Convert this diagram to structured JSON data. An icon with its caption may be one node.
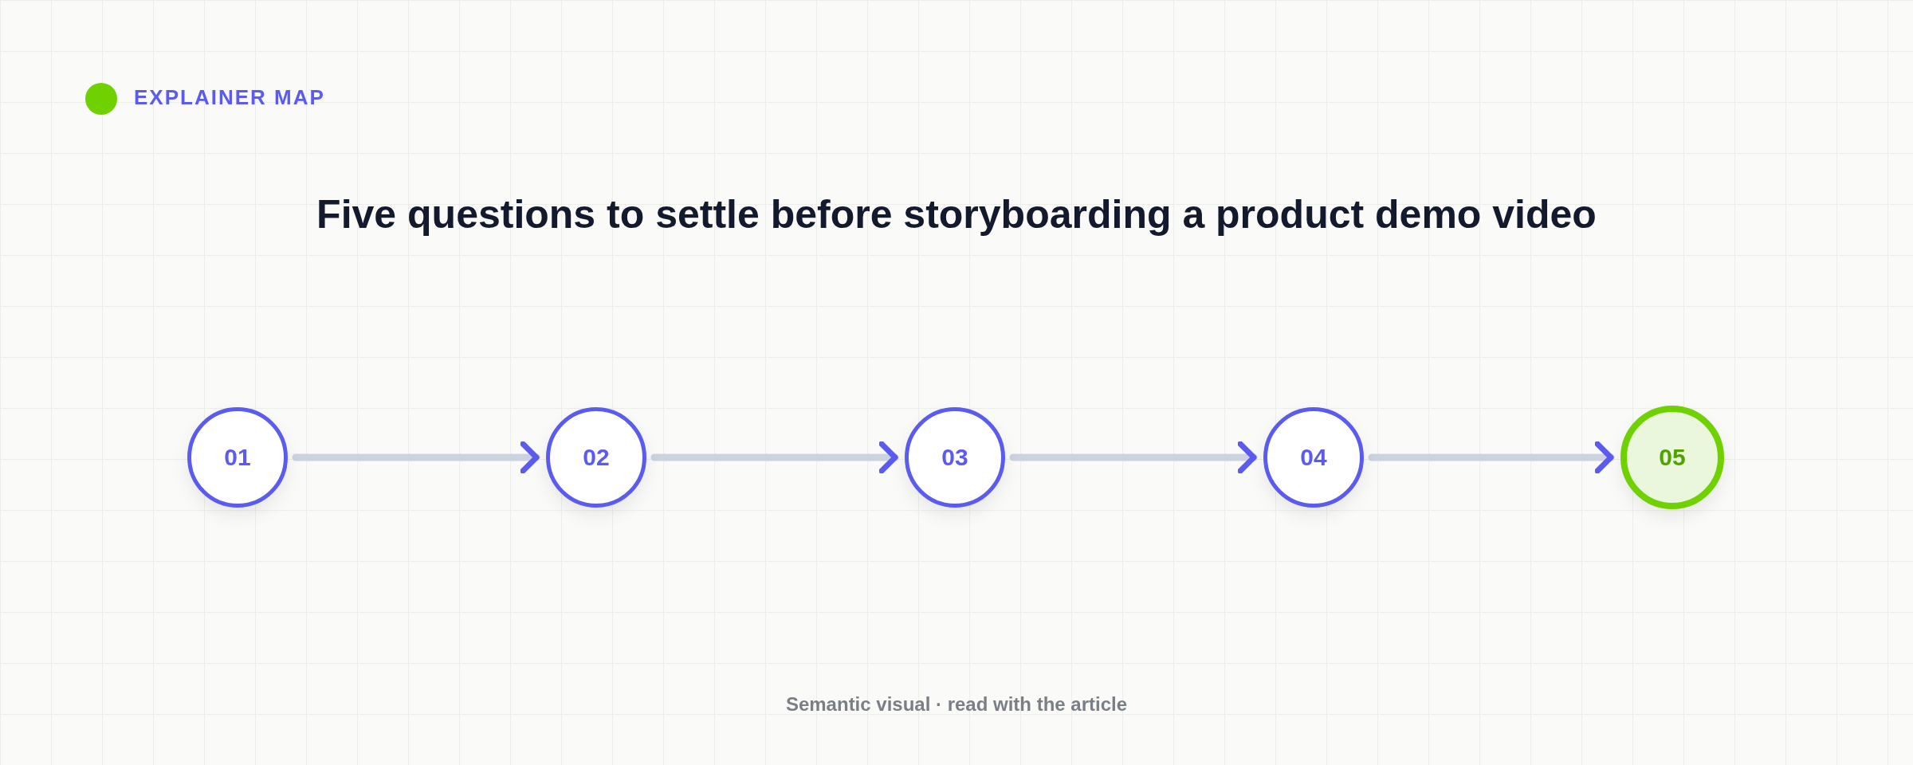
{
  "diagram": {
    "title": "Five questions to settle before storyboarding a product demo video",
    "nodes": [
      {
        "text": [
          "01"
        ]
      },
      {
        "text": [
          "02"
        ]
      },
      {
        "text": [
          "03"
        ]
      },
      {
        "text": [
          "04"
        ]
      },
      {
        "text": [
          "05"
        ]
      }
    ],
    "edges": [
      {
        "from": 0,
        "to": 1,
        "arrow": "to"
      },
      {
        "from": 1,
        "to": 2,
        "arrow": "to"
      },
      {
        "from": 2,
        "to": 3,
        "arrow": "to"
      },
      {
        "from": 3,
        "to": 4,
        "arrow": "to"
      }
    ],
    "labels": [
      "EXPLAINER MAP",
      "Semantic visual · read with the article"
    ]
  }
}
